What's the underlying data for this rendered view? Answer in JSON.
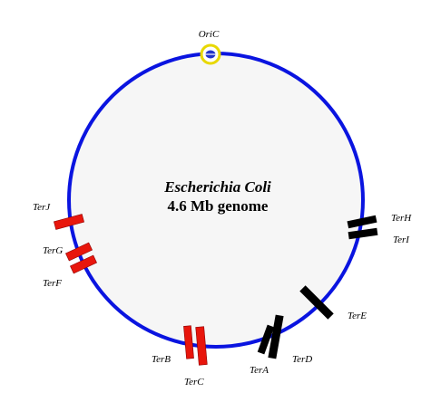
{
  "genome": {
    "title": "Escherichia Coli",
    "subtitle": "4.6 Mb genome"
  },
  "origin": {
    "label": "OriC"
  },
  "ter_sites": [
    {
      "id": "terj",
      "label": "TerJ",
      "color": "red"
    },
    {
      "id": "terg",
      "label": "TerG",
      "color": "red"
    },
    {
      "id": "terf",
      "label": "TerF",
      "color": "red"
    },
    {
      "id": "terb",
      "label": "TerB",
      "color": "red"
    },
    {
      "id": "terc",
      "label": "TerC",
      "color": "red"
    },
    {
      "id": "tera",
      "label": "TerA",
      "color": "black"
    },
    {
      "id": "terd",
      "label": "TerD",
      "color": "black"
    },
    {
      "id": "tere",
      "label": "TerE",
      "color": "black"
    },
    {
      "id": "terh",
      "label": "TerH",
      "color": "black"
    },
    {
      "id": "teri",
      "label": "TerI",
      "color": "black"
    }
  ],
  "colors": {
    "chromosome": "#0a14e0",
    "origin_ring": "#e8d800",
    "origin_core": "#2233cc",
    "ter_red": "#e8160c",
    "ter_black": "#000000",
    "background": "#f6f6f6"
  }
}
